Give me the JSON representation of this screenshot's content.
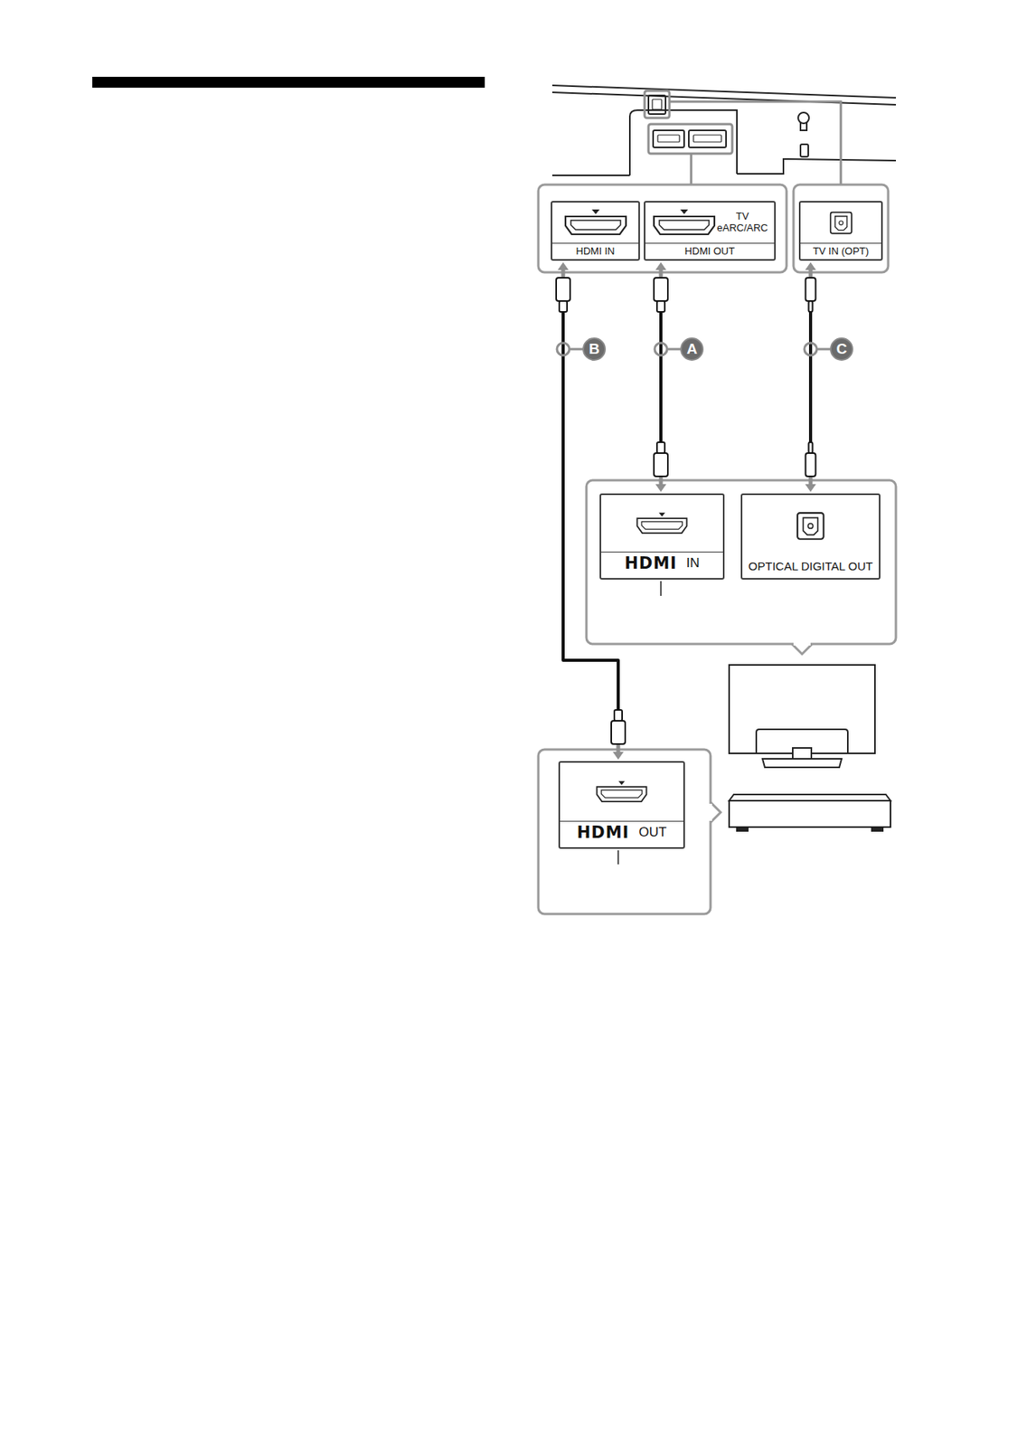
{
  "diagram": {
    "nodes": [
      {
        "text": [
          "HDMI IN"
        ]
      },
      {
        "text": [
          "TV eARC/ARC",
          "HDMI OUT"
        ]
      },
      {
        "text": [
          "TV IN (OPT)"
        ]
      },
      {
        "text": [
          "HDMI",
          "IN"
        ]
      },
      {
        "text": [
          "OPTICAL DIGITAL OUT"
        ]
      },
      {
        "text": [
          "HDMI",
          "OUT"
        ]
      }
    ],
    "edges": [
      {
        "from": 0,
        "to": 5,
        "label": "B",
        "arrow": "both"
      },
      {
        "from": 1,
        "to": 3,
        "label": "A",
        "arrow": "both"
      },
      {
        "from": 2,
        "to": 4,
        "label": "C",
        "arrow": "both"
      }
    ]
  }
}
